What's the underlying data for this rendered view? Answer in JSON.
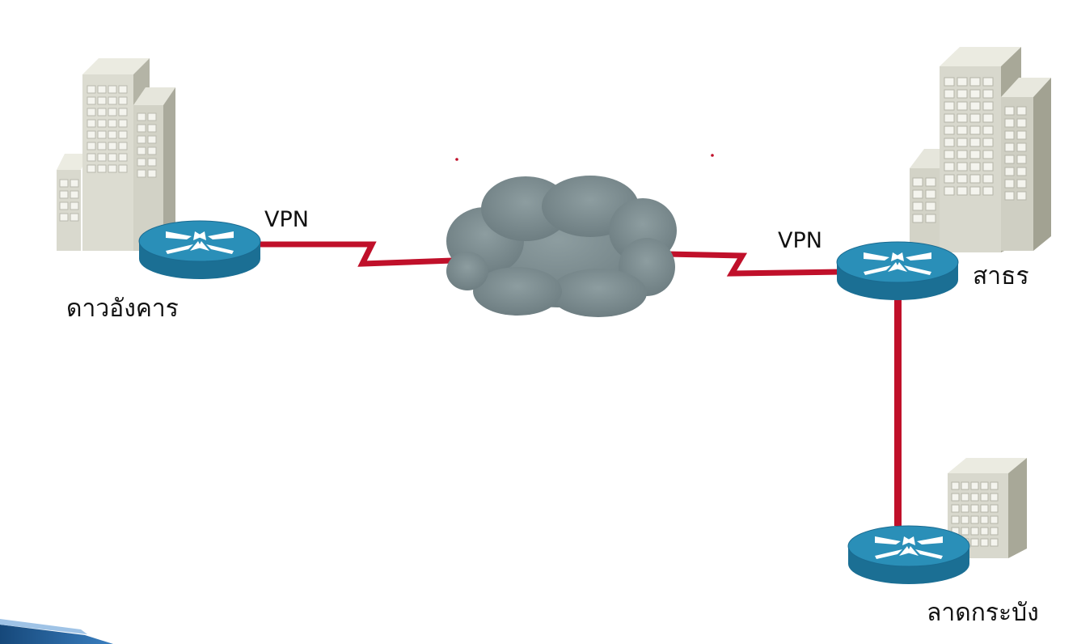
{
  "links": {
    "left_label": "VPN",
    "right_label": "VPN"
  },
  "sites": {
    "left": "ดาวอังคาร",
    "right": "สาธร",
    "bottom": "ลาดกระบัง"
  },
  "colors": {
    "link": "#c0102a",
    "cloud": "#7f8f92",
    "router_top": "#2a8fb8",
    "router_side": "#1b6f94",
    "building_front": "#d7d7cc",
    "building_side": "#a9a99a",
    "building_top": "#e9e9df",
    "corner_bar": "#1f5a93"
  }
}
